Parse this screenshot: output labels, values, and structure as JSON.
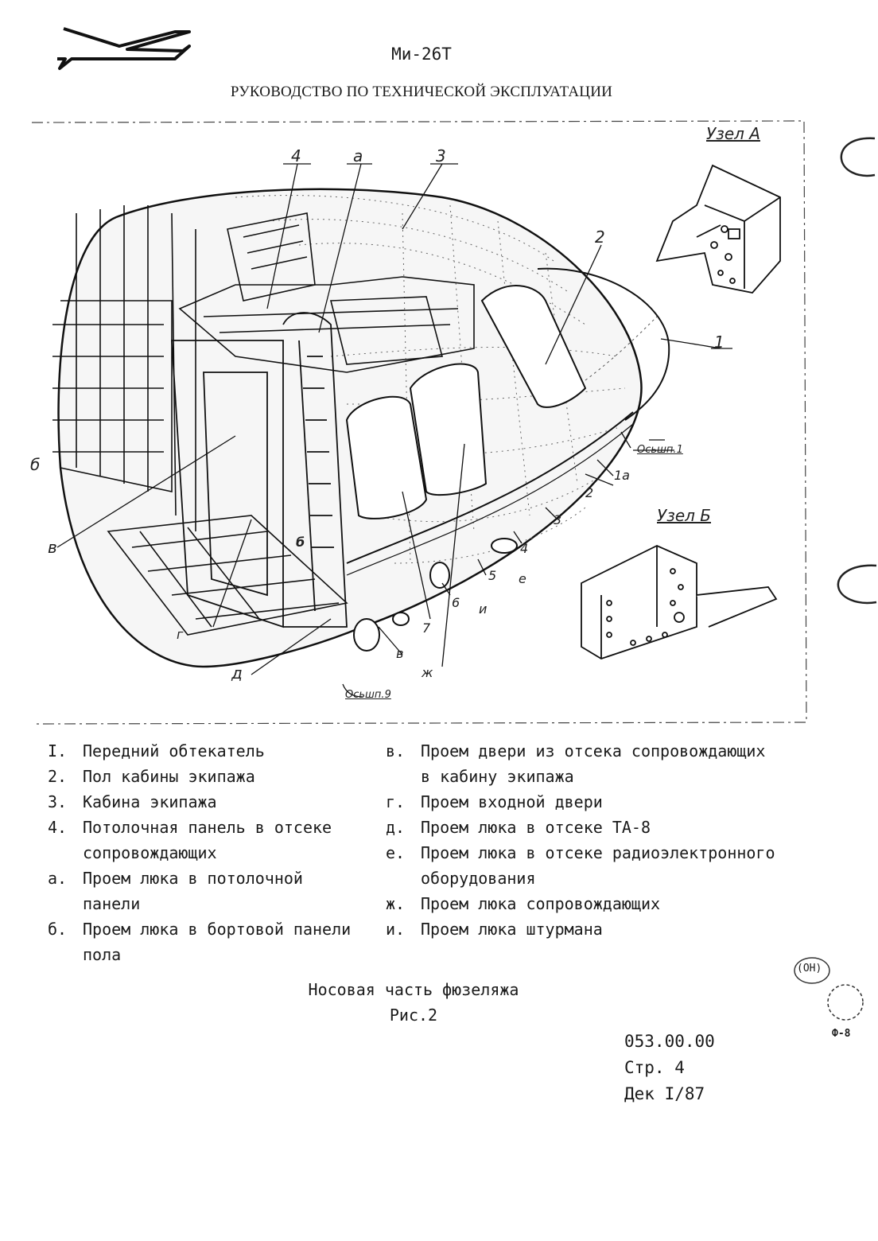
{
  "header": {
    "model": "Ми-26Т",
    "title": "РУКОВОДСТВО ПО ТЕХНИЧЕСКОЙ ЭКСПЛУАТАЦИИ"
  },
  "figure": {
    "callouts": {
      "node_a": "Узел А",
      "node_b": "Узел Б",
      "frame_1": "Осьшп.1",
      "frame_9": "Осьшп.9",
      "n1": "1",
      "n1a": "1а",
      "n2_top": "2",
      "n2_right": "2",
      "n3_top": "3",
      "n3_right": "3",
      "n4_top": "4",
      "n4_right": "4",
      "n5": "5",
      "n6": "6",
      "n7": "7",
      "a": "а",
      "b": "б",
      "b_inner": "б",
      "v": "в",
      "v_bottom": "в",
      "g": "г",
      "d": "д",
      "e": "е",
      "zh": "ж",
      "i": "и"
    }
  },
  "legend_left": [
    {
      "key": "I.",
      "text": "Передний обтекатель"
    },
    {
      "key": "2.",
      "text": "Пол кабины экипажа"
    },
    {
      "key": "3.",
      "text": "Кабина экипажа"
    },
    {
      "key": "4.",
      "text": "Потолочная панель в отсеке сопровождающих"
    },
    {
      "key": "а.",
      "text": "Проем люка в потолочной панели"
    },
    {
      "key": "б.",
      "text": "Проем люка в бортовой панели пола"
    }
  ],
  "legend_right": [
    {
      "key": "в.",
      "text": "Проем двери из отсека сопровождающих в кабину экипажа"
    },
    {
      "key": "г.",
      "text": "Проем входной двери"
    },
    {
      "key": "д.",
      "text": "Проем люка в отсеке ТА-8"
    },
    {
      "key": "е.",
      "text": "Проем люка в отсеке радиоэлектронного оборудования"
    },
    {
      "key": "ж.",
      "text": "Проем люка сопровождающих"
    },
    {
      "key": "и.",
      "text": "Проем люка штурмана"
    }
  ],
  "caption": {
    "title": "Носовая часть фюзеляжа",
    "figure": "Рис.2"
  },
  "doc": {
    "code": "053.00.00",
    "page": "Стр. 4",
    "date": "Дек I/87"
  },
  "stamps": {
    "stamp1": "(ОН)",
    "stamp2": "Ф-8"
  }
}
